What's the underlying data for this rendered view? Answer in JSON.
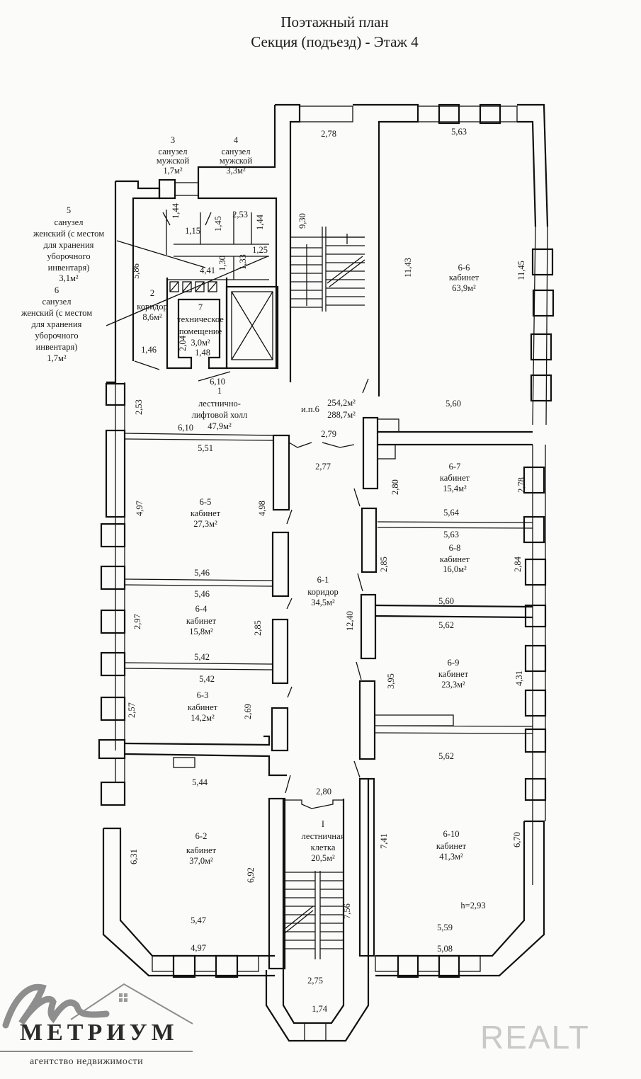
{
  "header": {
    "title_line1": "Поэтажный план",
    "title_line2": "Секция (подъезд) -  Этаж  4"
  },
  "rooms": [
    {
      "id": "1",
      "name": "лестнично-",
      "name2": "лифтовой холл",
      "area": "47,9м²"
    },
    {
      "id": "2",
      "name": "коридор",
      "area": "8,6м²"
    },
    {
      "id": "3",
      "name": "санузел",
      "name2": "мужской",
      "area": "1,7м²"
    },
    {
      "id": "4",
      "name": "санузел",
      "name2": "мужской",
      "area": "3,3м²"
    },
    {
      "id": "5",
      "name": "санузел",
      "lines": [
        "женский (с местом",
        "для хранения",
        "уборочного",
        "инвентаря)"
      ],
      "area": "3,1м²"
    },
    {
      "id": "6",
      "name": "санузел",
      "lines": [
        "женский (с местом",
        "для хранения",
        "уборочного",
        "инвентаря)"
      ],
      "area": "1,7м²"
    },
    {
      "id": "7",
      "name": "техническое",
      "name2": "помещение",
      "area": "3,0м²"
    },
    {
      "id": "6-1",
      "name": "коридор",
      "area": "34,5м²"
    },
    {
      "id": "6-2",
      "name": "кабинет",
      "area": "37,0м²"
    },
    {
      "id": "6-3",
      "name": "кабинет",
      "area": "14,2м²"
    },
    {
      "id": "6-4",
      "name": "кабинет",
      "area": "15,8м²"
    },
    {
      "id": "6-5",
      "name": "кабинет",
      "area": "27,3м²"
    },
    {
      "id": "6-6",
      "name": "кабинет",
      "area": "63,9м²"
    },
    {
      "id": "6-7",
      "name": "кабинет",
      "area": "15,4м²"
    },
    {
      "id": "6-8",
      "name": "кабинет",
      "area": "16,0м²"
    },
    {
      "id": "6-9",
      "name": "кабинет",
      "area": "23,3м²"
    },
    {
      "id": "6-10",
      "name": "кабинет",
      "area": "41,3м²"
    },
    {
      "id": "I",
      "name": "лестничная",
      "name2": "клетка",
      "area": "20,5м²"
    }
  ],
  "summary": {
    "label": "и.п.6",
    "area1": "254,2м²",
    "area2": "288,7м²",
    "height": "h=2,93"
  },
  "dimensions": {
    "d_278_top": "2,78",
    "d_563_top": "5,63",
    "d_930": "9,30",
    "d_1143": "11,43",
    "d_1145": "11,45",
    "d_144a": "1,44",
    "d_115": "1,15",
    "d_145": "1,45",
    "d_253a": "2,53",
    "d_144b": "1,44",
    "d_125": "1,25",
    "d_130": "1,30",
    "d_133": "1,33",
    "d_441": "4,41",
    "d_586": "5,86",
    "d_146": "1,46",
    "d_204": "2,04",
    "d_148": "1,48",
    "d_610a": "6,10",
    "d_610b": "6,10",
    "d_253b": "2,53",
    "d_560a": "5,60",
    "d_279": "2,79",
    "d_277": "2,77",
    "d_551": "5,51",
    "d_280a": "2,80",
    "d_278b": "2,78",
    "d_564": "5,64",
    "d_563b": "5,63",
    "d_497a": "4,97",
    "d_498": "4,98",
    "d_546a": "5,46",
    "d_546b": "5,46",
    "d_285a": "2,85",
    "d_284": "2,84",
    "d_560b": "5,60",
    "d_562a": "5,62",
    "d_297": "2,97",
    "d_285b": "2,85",
    "d_1240": "12,40",
    "d_542a": "5,42",
    "d_542b": "5,42",
    "d_395": "3,95",
    "d_431": "4,31",
    "d_257": "2,57",
    "d_269": "2,69",
    "d_562b": "5,62",
    "d_544": "5,44",
    "d_280b": "2,80",
    "d_631": "6,31",
    "d_692": "6,92",
    "d_741": "7,41",
    "d_670": "6,70",
    "d_756": "7,56",
    "d_547": "5,47",
    "d_497b": "4,97",
    "d_559": "5,59",
    "d_508": "5,08",
    "d_275": "2,75",
    "d_174": "1,74"
  },
  "branding": {
    "logo_name": "МЕТРИУМ",
    "logo_sub": "агентство недвижимости",
    "watermark": "REALT",
    "logo_color": "#8e8e8e"
  }
}
